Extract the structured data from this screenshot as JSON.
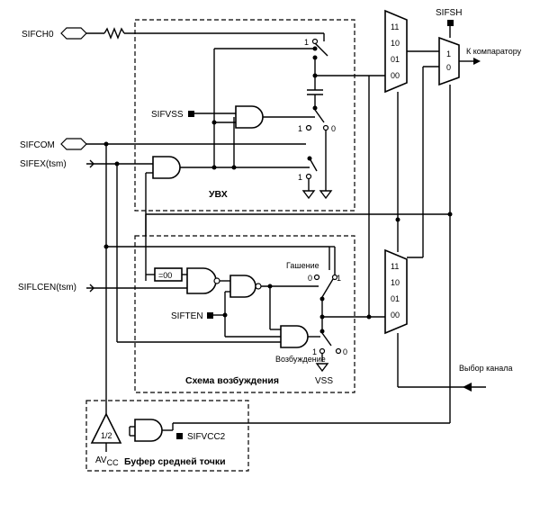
{
  "signals": {
    "sifch0": "SIFCH0",
    "sifcom": "SIFCOM",
    "sifex": "SIFEX(tsm)",
    "siflcen": "SIFLCEN(tsm)",
    "sifvss": "SIFVSS",
    "sifsh": "SIFSH",
    "sifvcc2": "SIFVCC2",
    "sifen": "SIFTEN",
    "to_comparator": "К компаратору",
    "channel_select": "Выбор канала"
  },
  "blocks": {
    "uvx": "УВХ",
    "excitation": "Схема возбуждения",
    "midpoint_buffer": "Буфер средней точки"
  },
  "labels": {
    "damping": "Гашение",
    "excitation_sw": "Возбуждение",
    "vss": "VSS",
    "eq00": "=00",
    "half": "1/2",
    "avcc_main": "AV",
    "avcc_sub": "CC"
  },
  "mux": {
    "top_inputs": [
      "11",
      "10",
      "01",
      "00"
    ],
    "bottom_inputs": [
      "11",
      "10",
      "01",
      "00"
    ],
    "sh_inputs": [
      "1",
      "0"
    ]
  },
  "switch_labels": {
    "one": "1",
    "zero": "0"
  }
}
